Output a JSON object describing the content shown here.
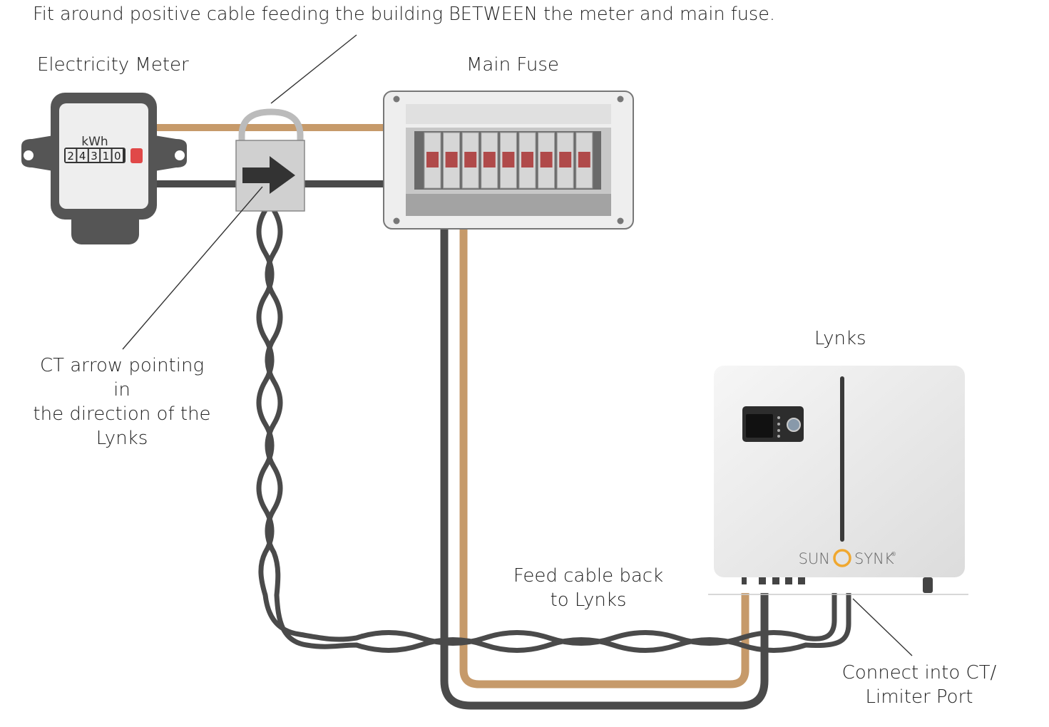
{
  "diagram": {
    "title": "Fit around positive cable feeding the building BETWEEN the meter and main fuse.",
    "labels": {
      "meter": "Electricity Meter",
      "fuse": "Main Fuse",
      "lynks": "Lynks",
      "ct_line1": "CT arrow pointing in",
      "ct_line2": "the direction of the",
      "ct_line3": "Lynks",
      "feed_line1": "Feed cable back",
      "feed_line2": "to Lynks",
      "port_line1": "Connect into CT/",
      "port_line2": "Limiter Port"
    },
    "meter": {
      "unit": "kWh",
      "digits": [
        "2",
        "4",
        "3",
        "1",
        "0"
      ]
    },
    "lynks_brand": {
      "left": "SUN",
      "right": "SYNK",
      "mark": "®"
    },
    "colors": {
      "live_cable": "#c69a6a",
      "neutral_cable": "#4a4a4a",
      "meter_body": "#555555",
      "fuse_box": "#eeeeee",
      "breaker_red": "#b04a4a",
      "lynks_body": "#ececec",
      "brand_orange": "#f0a830"
    },
    "icons": {
      "ct_arrow": "right-arrow-icon",
      "brand_logo": "sunsynk-swirl-icon"
    }
  }
}
